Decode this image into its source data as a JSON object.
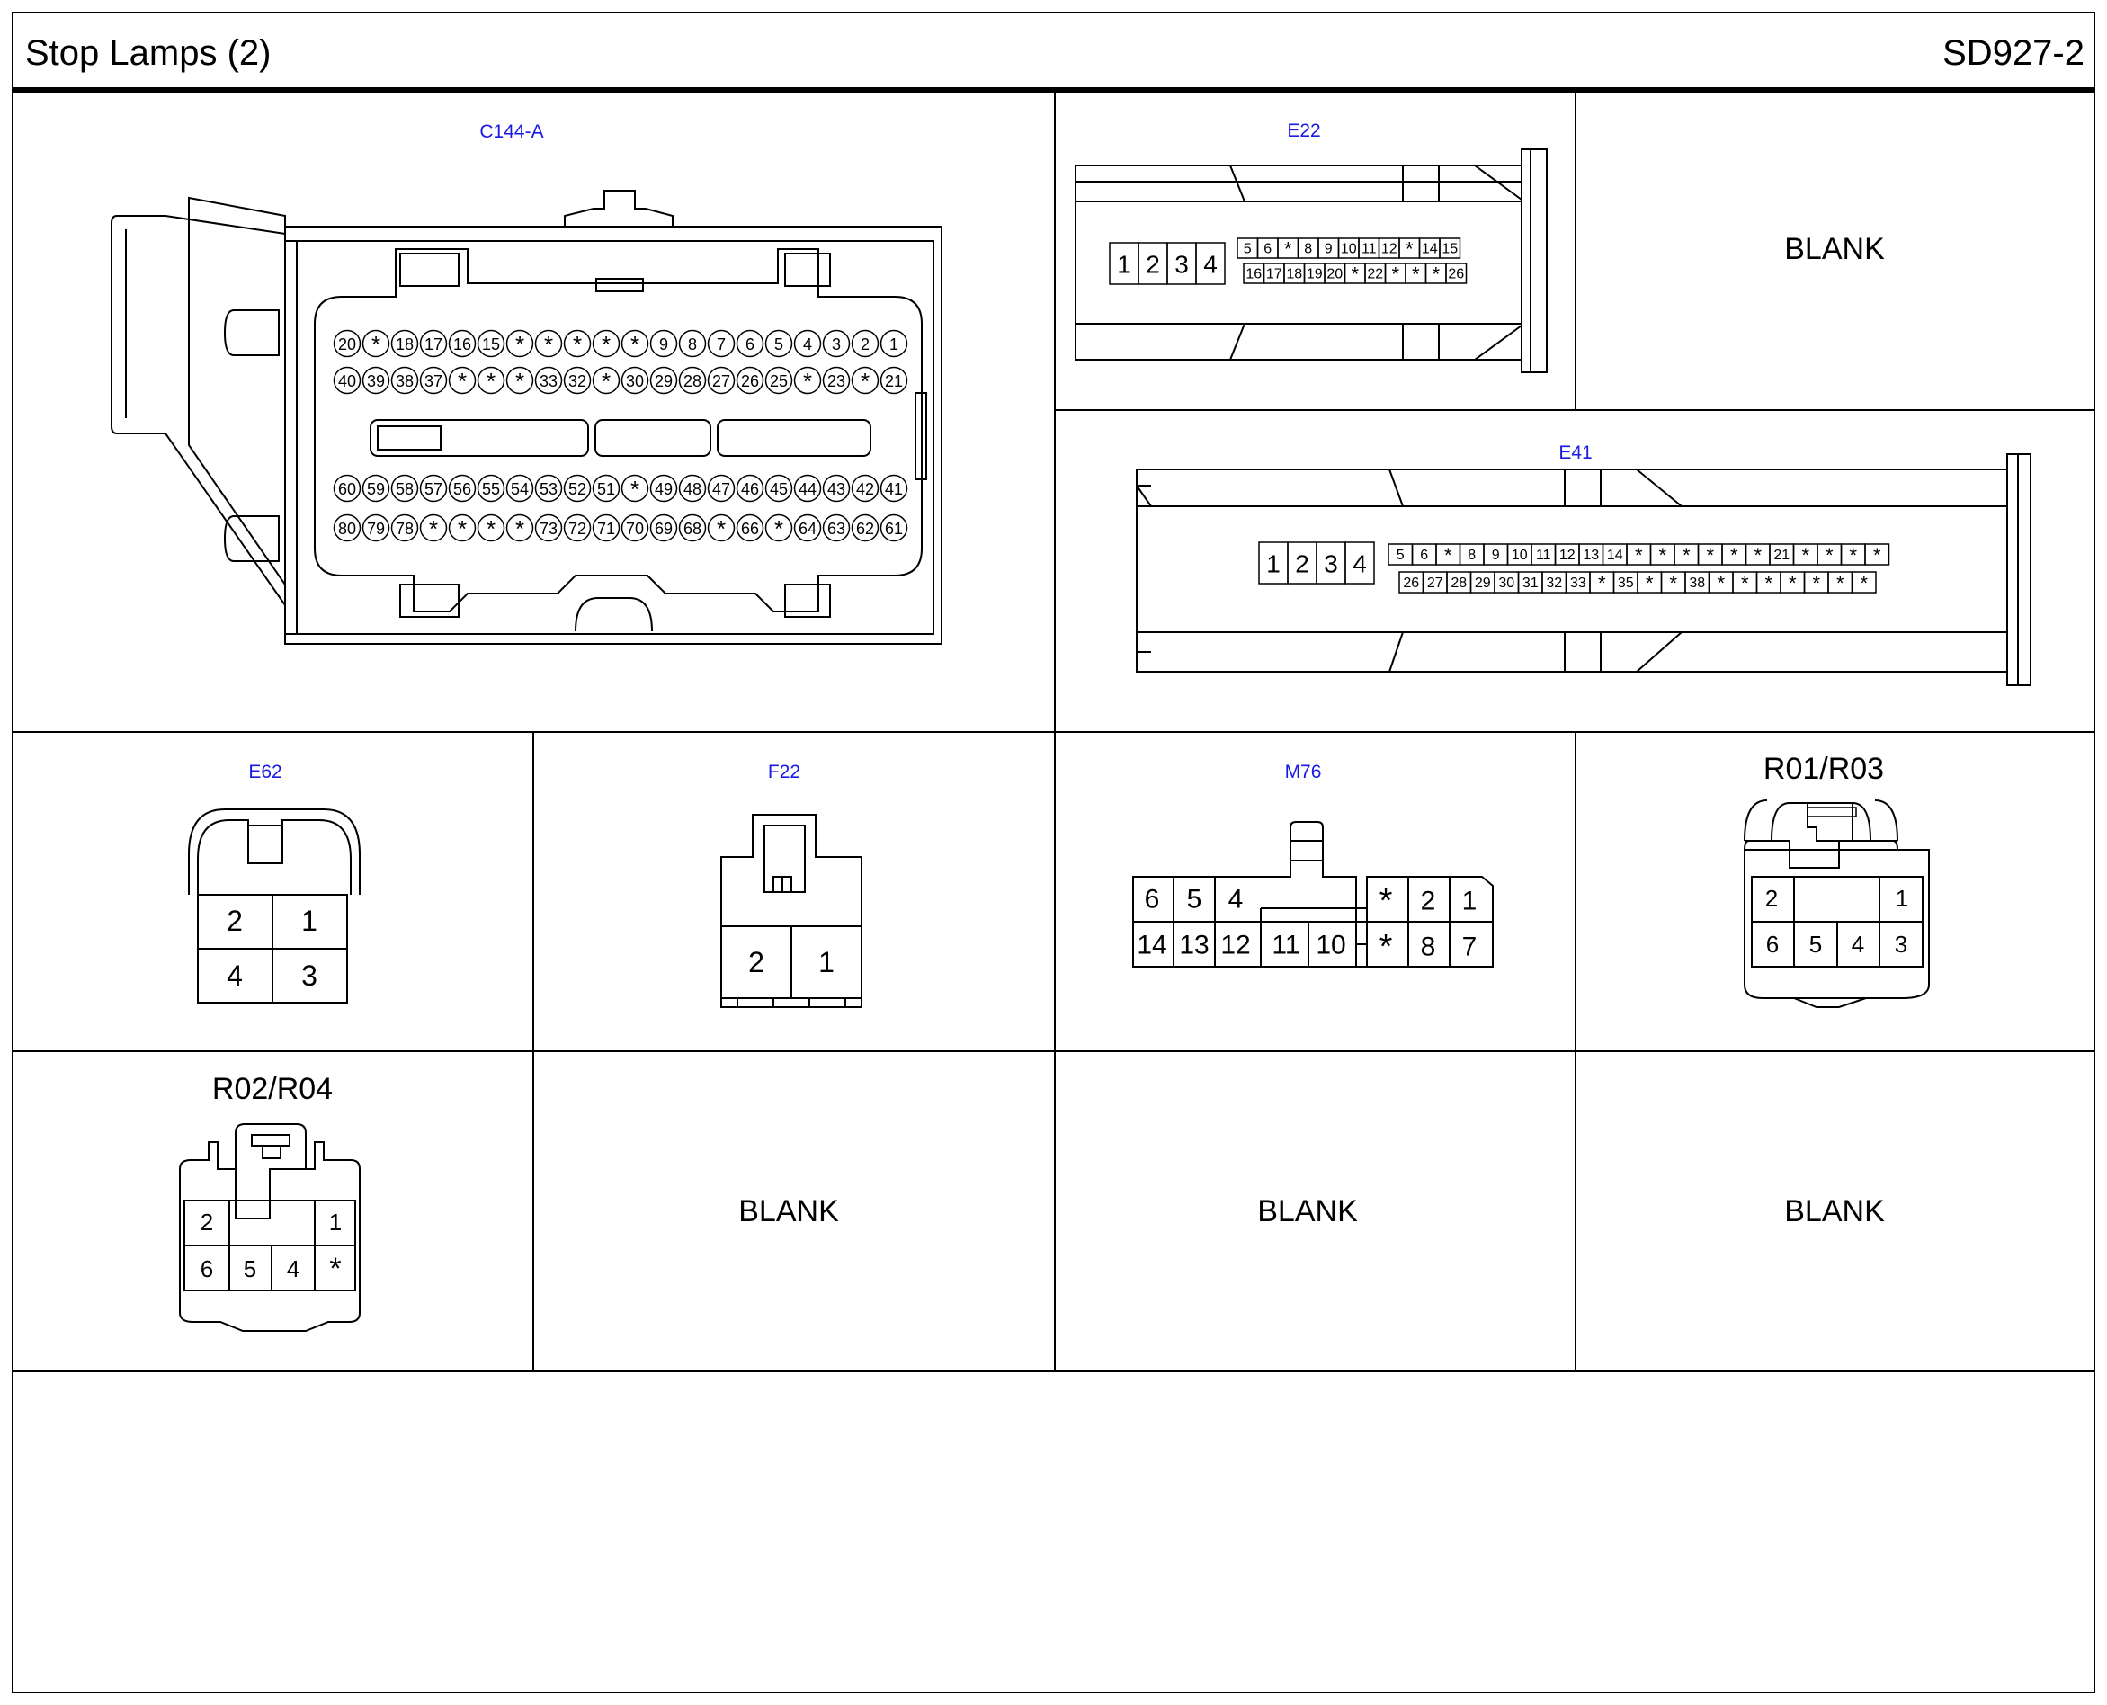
{
  "header": {
    "title": "Stop Lamps (2)",
    "page_code": "SD927-2"
  },
  "colors": {
    "label": "#1a1ae6",
    "line": "#000000"
  },
  "blank_label": "BLANK",
  "connectors": {
    "c144a": {
      "name": "C144-A",
      "rows": [
        [
          "20",
          "*",
          "18",
          "17",
          "16",
          "15",
          "*",
          "*",
          "*",
          "*",
          "*",
          "9",
          "8",
          "7",
          "6",
          "5",
          "4",
          "3",
          "2",
          "1"
        ],
        [
          "40",
          "39",
          "38",
          "37",
          "*",
          "*",
          "*",
          "33",
          "32",
          "*",
          "30",
          "29",
          "28",
          "27",
          "26",
          "25",
          "*",
          "23",
          "*",
          "21"
        ],
        [
          "60",
          "59",
          "58",
          "57",
          "56",
          "55",
          "54",
          "53",
          "52",
          "51",
          "*",
          "49",
          "48",
          "47",
          "46",
          "45",
          "44",
          "43",
          "42",
          "41"
        ],
        [
          "80",
          "79",
          "78",
          "*",
          "*",
          "*",
          "*",
          "73",
          "72",
          "71",
          "70",
          "69",
          "68",
          "*",
          "66",
          "*",
          "64",
          "63",
          "62",
          "61"
        ]
      ]
    },
    "e22": {
      "name": "E22",
      "large": [
        "1",
        "2",
        "3",
        "4"
      ],
      "row1": [
        "5",
        "6",
        "*",
        "8",
        "9",
        "10",
        "11",
        "12",
        "*",
        "14",
        "15"
      ],
      "row2": [
        "16",
        "17",
        "18",
        "19",
        "20",
        "*",
        "22",
        "*",
        "*",
        "*",
        "26"
      ]
    },
    "e41": {
      "name": "E41",
      "large": [
        "1",
        "2",
        "3",
        "4"
      ],
      "row1": [
        "5",
        "6",
        "*",
        "8",
        "9",
        "10",
        "11",
        "12",
        "13",
        "14",
        "*",
        "*",
        "*",
        "*",
        "*",
        "*",
        "21",
        "*",
        "*",
        "*",
        "*"
      ],
      "row2": [
        "26",
        "27",
        "28",
        "29",
        "30",
        "31",
        "32",
        "33",
        "*",
        "35",
        "*",
        "*",
        "38",
        "*",
        "*",
        "*",
        "*",
        "*",
        "*",
        "*"
      ]
    },
    "e62": {
      "name": "E62",
      "pins": [
        "2",
        "1",
        "4",
        "3"
      ]
    },
    "f22": {
      "name": "F22",
      "pins": [
        "2",
        "1"
      ]
    },
    "m76": {
      "name": "M76",
      "top_left": [
        "6",
        "5",
        "4"
      ],
      "top_right": [
        "*",
        "2",
        "1"
      ],
      "bottom_left": [
        "14",
        "13",
        "12"
      ],
      "bottom_mid": [
        "11",
        "10"
      ],
      "bottom_right": [
        "*",
        "8",
        "7"
      ]
    },
    "r01r03": {
      "name": "R01/R03",
      "top": [
        "2",
        "1"
      ],
      "bottom": [
        "6",
        "5",
        "4",
        "3"
      ]
    },
    "r02r04": {
      "name": "R02/R04",
      "top": [
        "2",
        "1"
      ],
      "bottom": [
        "6",
        "5",
        "4",
        "*"
      ]
    }
  }
}
